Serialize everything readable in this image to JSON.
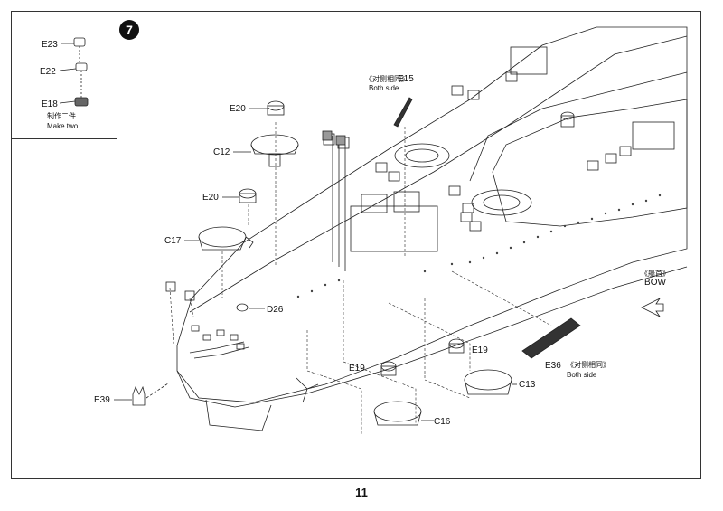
{
  "step": {
    "number": "7"
  },
  "inset": {
    "parts": [
      "E23",
      "E22",
      "E18"
    ],
    "note_cn": "制作二件",
    "note_en": "Make two"
  },
  "labels": {
    "E20_top": "E20",
    "C12": "C12",
    "E20_mid": "E20",
    "C17": "C17",
    "D26": "D26",
    "E39": "E39",
    "E15": "E15",
    "E15_note_cn": "《对侧相同》",
    "E15_note_en": "Both side",
    "E36": "E36",
    "E36_note_cn": "《对侧相同》",
    "E36_note_en": "Both side",
    "E19_left": "E19",
    "E19_right": "E19",
    "C16": "C16",
    "C13": "C13",
    "bow_cn": "《船首》",
    "bow_en": "BOW"
  },
  "page": {
    "number": "11"
  }
}
